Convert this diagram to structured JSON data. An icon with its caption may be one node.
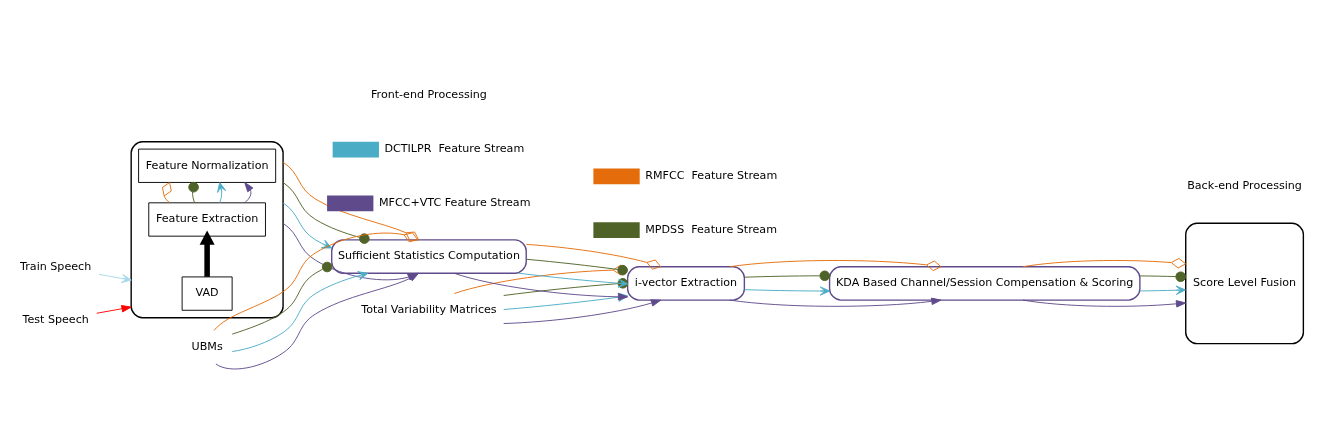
{
  "diagram": {
    "nodes": [
      {
        "text": [
          "Train Speech"
        ]
      },
      {
        "text": [
          "Test Speech"
        ]
      },
      {
        "text": [],
        "shape": "box"
      },
      {
        "text": [
          "VAD"
        ],
        "in": 2
      },
      {
        "text": [
          "Feature Extraction"
        ],
        "in": 2
      },
      {
        "text": [
          "Feature Normalization"
        ],
        "in": 2
      },
      {
        "text": [
          "UBMs"
        ]
      },
      {
        "text": [
          "Total Variability Matrices"
        ]
      },
      {
        "text": [
          "Sufficient Statistics Computation"
        ]
      },
      {
        "text": [
          "i-vector Extraction"
        ]
      },
      {
        "text": [
          "KDA Based Channel/Session Compensation & Scoring"
        ]
      },
      {
        "text": [
          "Score Level Fusion"
        ]
      }
    ],
    "edges": [
      {
        "from": 0,
        "to": 2,
        "arrow": "to",
        "color": "#a6d8e8"
      },
      {
        "from": 1,
        "to": 2,
        "arrow": "to",
        "color": "#ff0000"
      },
      {
        "from": 3,
        "to": 4,
        "arrow": "to",
        "style": "thick",
        "color": "#000000"
      },
      {
        "from": 4,
        "to": 5,
        "arrow": "to",
        "color": "#5f4b8b"
      },
      {
        "from": 4,
        "to": 5,
        "arrow": "to",
        "color": "#4bacc6"
      },
      {
        "from": 4,
        "to": 5,
        "arrow": "other",
        "color": "#4f6228"
      },
      {
        "from": 4,
        "to": 5,
        "arrow": "other",
        "color": "#e46c0a"
      },
      {
        "from": 2,
        "to": 8,
        "arrow": "to",
        "color": "#5f4b8b"
      },
      {
        "from": 2,
        "to": 8,
        "arrow": "to",
        "color": "#4bacc6"
      },
      {
        "from": 2,
        "to": 8,
        "arrow": "other",
        "color": "#4f6228"
      },
      {
        "from": 2,
        "to": 8,
        "arrow": "other",
        "color": "#e46c0a"
      },
      {
        "from": 6,
        "to": 8,
        "arrow": "to",
        "color": "#5f4b8b"
      },
      {
        "from": 6,
        "to": 8,
        "arrow": "to",
        "color": "#4bacc6"
      },
      {
        "from": 6,
        "to": 8,
        "arrow": "other",
        "color": "#4f6228"
      },
      {
        "from": 6,
        "to": 8,
        "arrow": "other",
        "color": "#e46c0a"
      },
      {
        "from": 8,
        "to": 9,
        "arrow": "to",
        "color": "#5f4b8b"
      },
      {
        "from": 8,
        "to": 9,
        "arrow": "to",
        "color": "#4bacc6"
      },
      {
        "from": 8,
        "to": 9,
        "arrow": "other",
        "color": "#4f6228"
      },
      {
        "from": 8,
        "to": 9,
        "arrow": "other",
        "color": "#e46c0a"
      },
      {
        "from": 7,
        "to": 9,
        "arrow": "to",
        "color": "#5f4b8b"
      },
      {
        "from": 7,
        "to": 9,
        "arrow": "to",
        "color": "#4bacc6"
      },
      {
        "from": 7,
        "to": 9,
        "arrow": "other",
        "color": "#4f6228"
      },
      {
        "from": 7,
        "to": 9,
        "arrow": "other",
        "color": "#e46c0a"
      },
      {
        "from": 9,
        "to": 10,
        "arrow": "to",
        "color": "#5f4b8b"
      },
      {
        "from": 9,
        "to": 10,
        "arrow": "to",
        "color": "#4bacc6"
      },
      {
        "from": 9,
        "to": 10,
        "arrow": "other",
        "color": "#4f6228"
      },
      {
        "from": 9,
        "to": 10,
        "arrow": "other",
        "color": "#e46c0a"
      },
      {
        "from": 10,
        "to": 11,
        "arrow": "to",
        "color": "#5f4b8b"
      },
      {
        "from": 10,
        "to": 11,
        "arrow": "to",
        "color": "#4bacc6"
      },
      {
        "from": 10,
        "to": 11,
        "arrow": "other",
        "color": "#4f6228"
      },
      {
        "from": 10,
        "to": 11,
        "arrow": "other",
        "color": "#e46c0a"
      }
    ],
    "labels": [
      "Front-end Processing",
      "Back-end Processing"
    ],
    "legend": [
      {
        "text": "MFCC+VTC Feature Stream"
      },
      {
        "text": "MPDSS  Feature Stream"
      },
      {
        "text": "DCTILPR  Feature Stream"
      },
      {
        "text": "RMFCC  Feature Stream"
      }
    ]
  }
}
